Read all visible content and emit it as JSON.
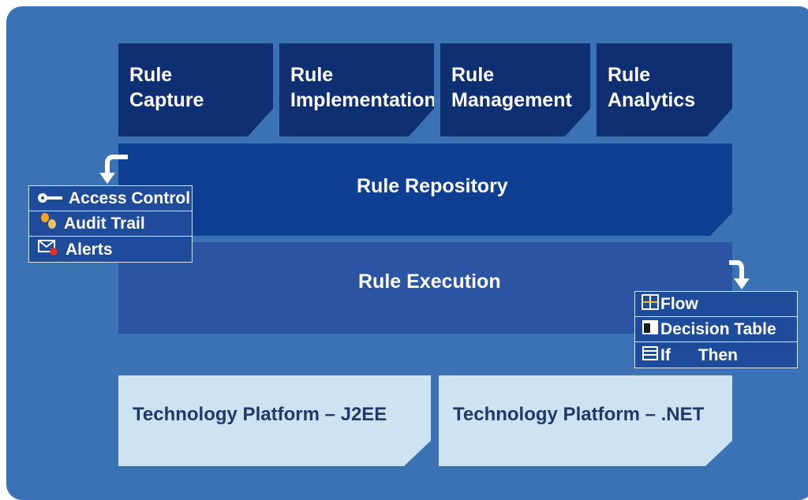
{
  "tiles": [
    {
      "line1": "Rule",
      "line2": "Capture"
    },
    {
      "line1": "Rule",
      "line2": "Implementation"
    },
    {
      "line1": "Rule",
      "line2": "Management"
    },
    {
      "line1": "Rule",
      "line2": "Analytics"
    }
  ],
  "repository": {
    "label": "Rule Repository"
  },
  "execution": {
    "label": "Rule Execution"
  },
  "platforms": [
    {
      "label": "Technology Platform – J2EE"
    },
    {
      "label": "Technology Platform – .NET"
    }
  ],
  "left_box": {
    "items": [
      {
        "label": "Access Control",
        "icon": "key-icon"
      },
      {
        "label": "Audit Trail",
        "icon": "footprints-icon"
      },
      {
        "label": "Alerts",
        "icon": "envelope-alert-icon"
      }
    ]
  },
  "right_box": {
    "items": [
      {
        "label": "Flow",
        "icon": "grid-icon"
      },
      {
        "label": "Decision Table",
        "icon": "table-icon"
      },
      {
        "label": "If      Then",
        "icon": "document-icon"
      }
    ]
  },
  "colors": {
    "background": "#3a72b3",
    "tile": "#0f2f73",
    "repository": "#0f3f92",
    "execution": "#2b55a2",
    "platform": "#cde3f1",
    "platform_text": "#1d3a6b"
  }
}
